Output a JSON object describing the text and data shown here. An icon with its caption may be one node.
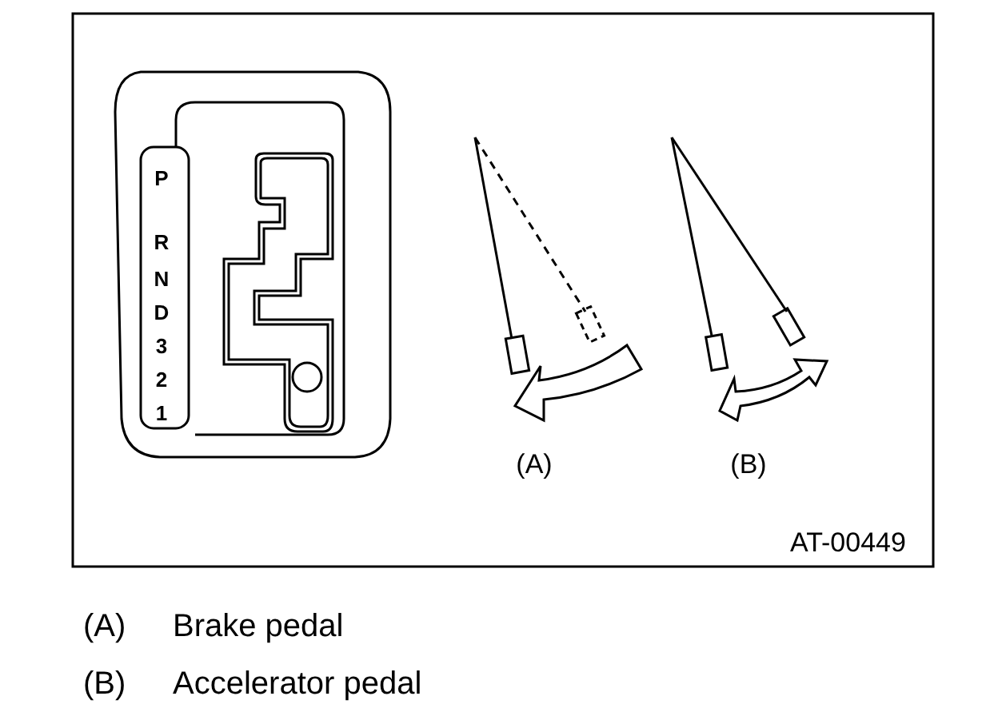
{
  "diagram": {
    "labels": [
      "P",
      "R",
      "N",
      "D",
      "3",
      "2",
      "1",
      "(A)",
      "(B)",
      "AT-00449",
      "(A)",
      "Brake pedal",
      "(B)",
      "Accelerator pedal"
    ]
  }
}
